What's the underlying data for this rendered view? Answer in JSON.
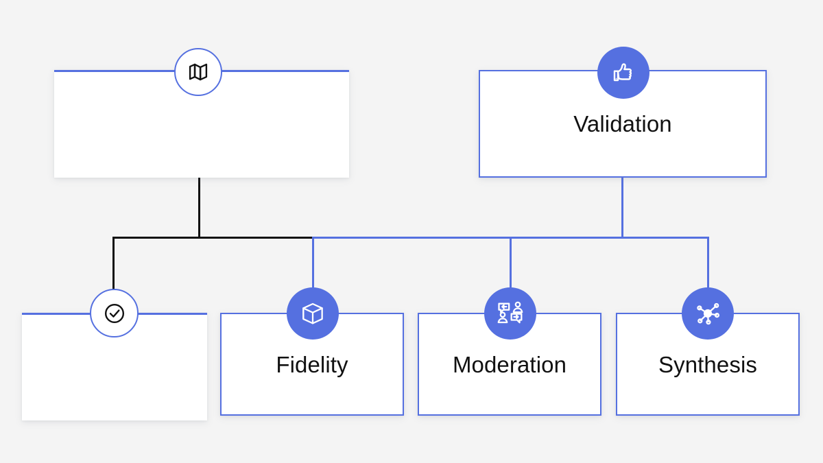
{
  "diagram": {
    "type": "org-chart",
    "background_color": "#f4f4f4",
    "accent_color": "#5570e0",
    "dark_line_color": "#111111",
    "nodes": [
      {
        "id": "node-1",
        "label": "",
        "icon": "map-icon",
        "icon_style": "outline",
        "box_style": "top-rule",
        "row": "top"
      },
      {
        "id": "node-validation",
        "label": "Validation",
        "icon": "thumbs-up-icon",
        "icon_style": "filled",
        "box_style": "outlined",
        "row": "top"
      },
      {
        "id": "node-2",
        "label": "",
        "icon": "check-circle-icon",
        "icon_style": "outline",
        "box_style": "top-rule",
        "row": "bottom"
      },
      {
        "id": "node-fidelity",
        "label": "Fidelity",
        "icon": "cube-icon",
        "icon_style": "filled",
        "box_style": "outlined",
        "row": "bottom"
      },
      {
        "id": "node-moderation",
        "label": "Moderation",
        "icon": "chat-exchange-icon",
        "icon_style": "filled",
        "box_style": "outlined",
        "row": "bottom"
      },
      {
        "id": "node-synthesis",
        "label": "Synthesis",
        "icon": "network-hub-icon",
        "icon_style": "filled",
        "box_style": "outlined",
        "row": "bottom"
      }
    ]
  }
}
